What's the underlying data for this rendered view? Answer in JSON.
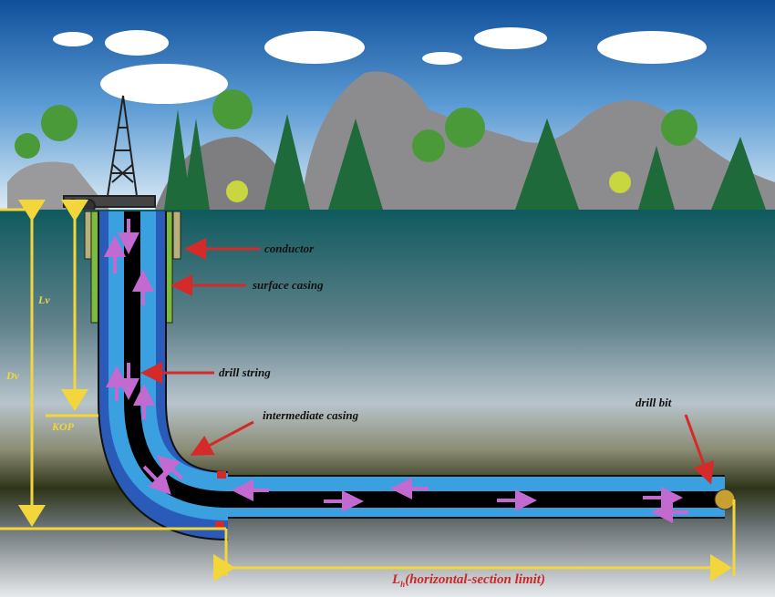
{
  "labels": {
    "conductor": "conductor",
    "surface_casing": "surface casing",
    "drill_string": "drill string",
    "intermediate_casing": "intermediate casing",
    "drill_bit": "drill bit",
    "lv": "Lv",
    "dv": "Dv",
    "kop": "KOP",
    "lh_symbol": "L",
    "lh_subscript": "h",
    "lh_text": "(horizontal-section limit)"
  },
  "colors": {
    "dimension": "#f2d63a",
    "pointer": "#d42a2a",
    "casing_outer": "#2a5bb8",
    "annulus": "#3aa0e0",
    "drill_string": "#000000",
    "flow_arrow": "#c26ad0"
  }
}
